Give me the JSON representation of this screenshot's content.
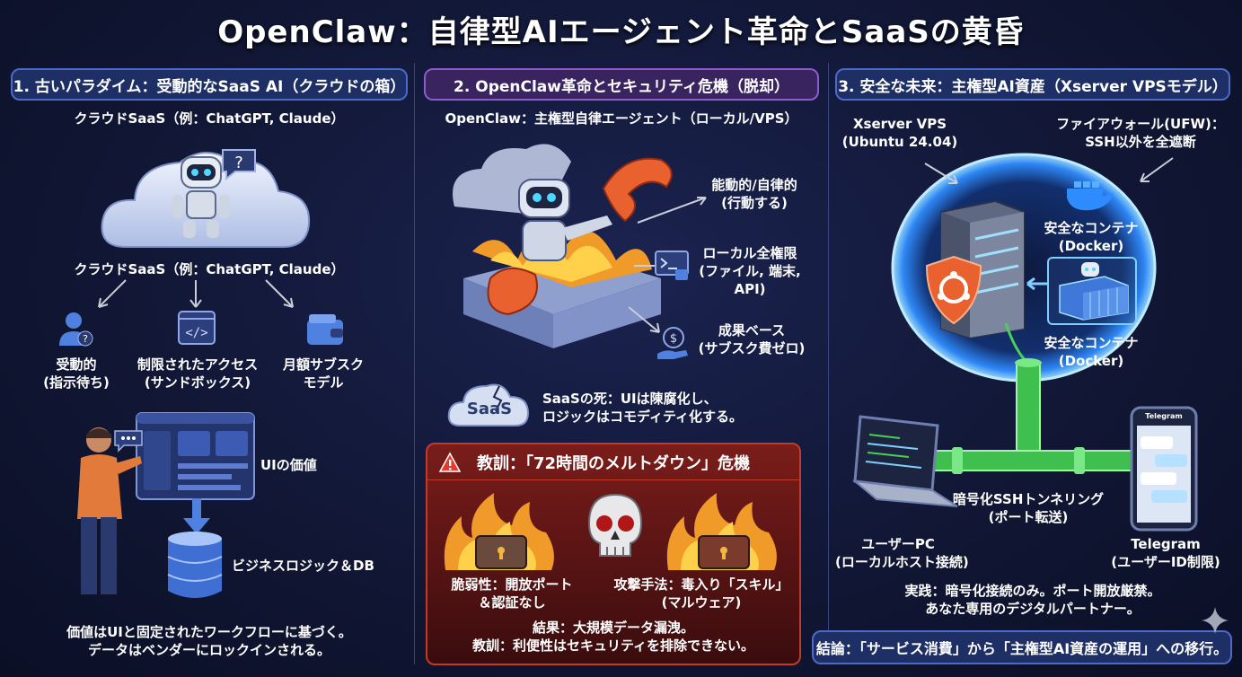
{
  "title": "OpenClaw：自律型AIエージェント革命とSaaSの黄昏",
  "sections": [
    {
      "heading": "1. 古いパラダイム：受動的なSaaS AI（クラウドの箱）",
      "subheading": "クラウドSaaS（例：ChatGPT, Claude）",
      "cloud_label": "クラウドSaaS（例：ChatGPT, Claude）",
      "branches": [
        {
          "line1": "受動的",
          "line2": "(指示待ち)"
        },
        {
          "line1": "制限されたアクセス",
          "line2": "(サンドボックス)"
        },
        {
          "line1": "月額サブスク",
          "line2": "モデル"
        }
      ],
      "ui_value": "UIの価値",
      "business_logic": "ビジネスロジック＆DB",
      "summary_line1": "価値はUIと固定されたワークフローに基づく。",
      "summary_line2": "データはベンダーにロックインされる。"
    },
    {
      "heading": "2. OpenClaw革命とセキュリティ危機（脱却）",
      "subheading": "OpenClaw：主権型自律エージェント（ローカル/VPS）",
      "features": [
        {
          "line1": "能動的/自律的",
          "line2": "(行動する)"
        },
        {
          "line1": "ローカル全権限",
          "line2": "(ファイル, 端末,",
          "line3": "API)"
        },
        {
          "line1": "成果ベース",
          "line2": "(サブスク費ゼロ)"
        }
      ],
      "saas_badge": "SaaS",
      "saas_death_line1": "SaaSの死：UIは陳腐化し、",
      "saas_death_line2": "ロジックはコモディティ化する。",
      "lesson": {
        "heading": "教訓：「72時間のメルトダウン」危機",
        "vuln_line1": "脆弱性：開放ポート",
        "vuln_line2": "＆認証なし",
        "attack_line1": "攻撃手法：毒入り「スキル」",
        "attack_line2": "(マルウェア)",
        "result": "結果：大規模データ漏洩。",
        "moral": "教訓：利便性はセキュリティを排除できない。"
      }
    },
    {
      "heading": "3. 安全な未来：主権型AI資産（Xserver VPSモデル）",
      "vps_line1": "Xserver VPS",
      "vps_line2": "(Ubuntu 24.04)",
      "firewall_line1": "ファイアウォール(UFW)：",
      "firewall_line2": "SSH以外を全遮断",
      "container1_line1": "安全なコンテナ",
      "container1_line2": "(Docker)",
      "container2_line1": "安全なコンテナ",
      "container2_line2": "(Docker)",
      "tunnel_line1": "暗号化SSHトンネリング",
      "tunnel_line2": "(ポート転送)",
      "user_pc_line1": "ユーザーPC",
      "user_pc_line2": "(ローカルホスト接続)",
      "telegram_line1": "Telegram",
      "telegram_line2": "(ユーザーID制限)",
      "phone_header": "Telegram",
      "practice_line1": "実践：暗号化接続のみ。ポート開放厳禁。",
      "practice_line2": "あなた専用のデジタルパートナー。",
      "conclusion": "結論：「サービス消費」から「主権型AI資産の運用」への移行。"
    }
  ],
  "colors": {
    "background": "#111735",
    "section_pill_blue": "#1e2f66",
    "section_pill_purple": "#3a2460",
    "lesson_red": "#7a1d1a",
    "orb_glow": "#2f8cff",
    "tunnel_green": "#48d05a",
    "lobster": "#e8612e"
  },
  "icons": [
    "robot-icon",
    "cloud-icon",
    "question-bubble-icon",
    "user-question-icon",
    "code-window-icon",
    "wallet-icon",
    "person-icon",
    "database-icon",
    "terminal-icon",
    "money-hand-icon",
    "warning-icon",
    "fire-icon",
    "skull-icon",
    "server-icon",
    "shield-ubuntu-icon",
    "docker-whale-icon",
    "container-icon",
    "laptop-icon",
    "phone-icon",
    "sparkle-icon"
  ]
}
